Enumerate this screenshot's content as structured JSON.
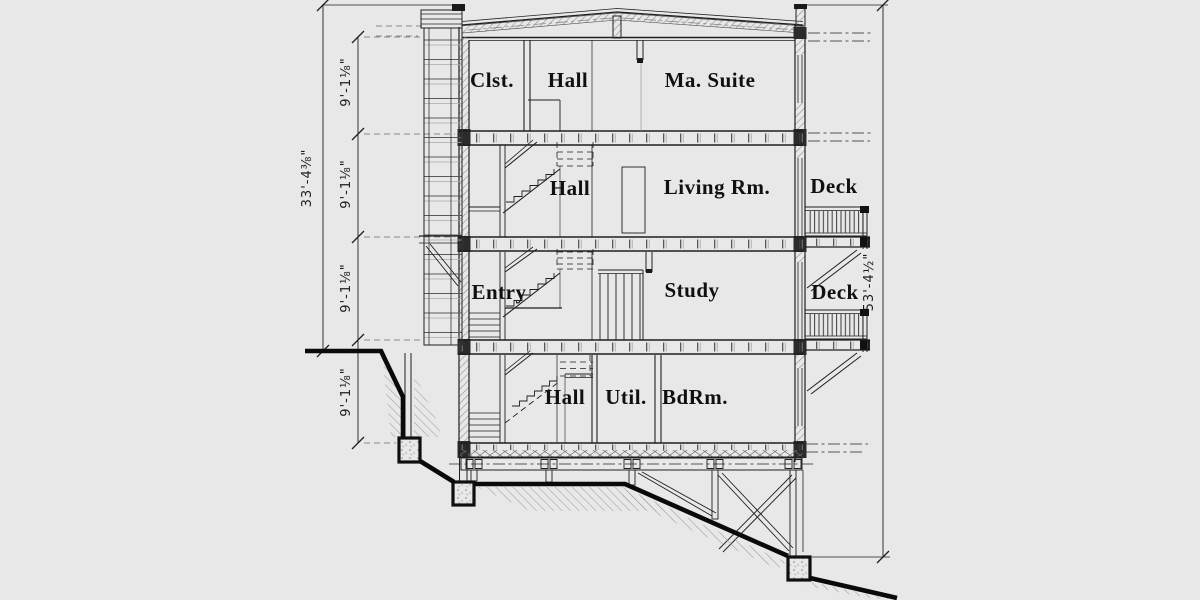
{
  "drawing": {
    "type": "house-cross-section",
    "background": "#e8e8e8",
    "ink": "#1f1f1f",
    "gray": "#8a8a8a",
    "grade_line": "#0a0a0a"
  },
  "dimensions": {
    "left_overall": "33'-4⅜\"",
    "left_floor_4": "9'-1⅛\"",
    "left_floor_3": "9'-1⅛\"",
    "left_floor_2": "9'-1⅛\"",
    "left_floor_1": "9'-1⅛\"",
    "right_overall": "53'-4½\""
  },
  "rooms": {
    "floor4": {
      "closet": "Clst.",
      "hall": "Hall",
      "master": "Ma.  Suite"
    },
    "floor3": {
      "hall": "Hall",
      "living": "Living  Rm.",
      "deck": "Deck"
    },
    "floor2": {
      "entry": "Entry",
      "study": "Study",
      "deck": "Deck"
    },
    "floor1": {
      "hall": "Hall",
      "utility": "Util.",
      "bedroom": "BdRm."
    }
  }
}
